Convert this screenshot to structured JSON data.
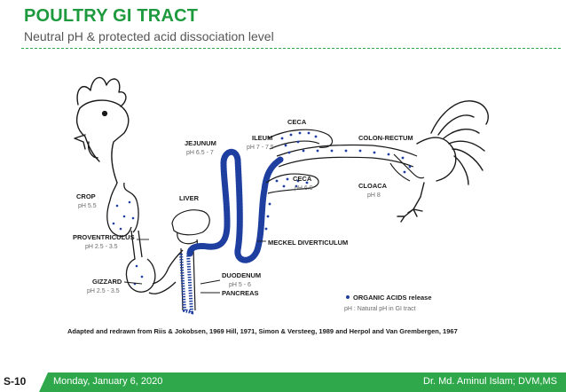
{
  "header": {
    "title": "POULTRY GI TRACT",
    "subtitle": "Neutral pH & protected acid dissociation level"
  },
  "diagram": {
    "labels": {
      "crop": "CROP",
      "crop_ph": "pH 5.5",
      "proventriculus": "PROVENTRICULUS",
      "proventriculus_ph": "pH 2.5 - 3.5",
      "gizzard": "GIZZARD",
      "gizzard_ph": "pH 2.5 - 3.5",
      "liver": "LIVER",
      "jejunum": "JEJUNUM",
      "jejunum_ph": "pH 6.5 - 7",
      "ileum": "ILEUM",
      "ileum_ph": "pH 7 - 7.5",
      "ceca_top": "CECA",
      "ceca_mid": "CECA",
      "ceca_ph": "pH 6.9",
      "colon_rectum": "COLON-RECTUM",
      "cloaca": "CLOACA",
      "cloaca_ph": "pH 8",
      "meckel": "MECKEL DIVERTICULUM",
      "duodenum": "DUODENUM",
      "duodenum_ph": "pH 5 - 6",
      "pancreas": "PANCREAS"
    },
    "legend": {
      "organic_acids": "ORGANIC ACIDS release",
      "ph_note": "pH : Natural pH in GI tract"
    },
    "caption": "Adapted and redrawn from Riis & Jokobsen, 1969 Hill, 1971, Simon & Versteeg, 1989 and Herpol and Van Grembergen, 1967"
  },
  "footer": {
    "slide_number": "S-10",
    "date": "Monday, January 6, 2020",
    "author": "Dr. Md. Aminul Islam; DVM,MS"
  },
  "colors": {
    "title_green": "#1e9a3e",
    "footer_green": "#2ea84a",
    "dot_blue": "#1f3fa0",
    "line_black": "#1a1a1a"
  }
}
